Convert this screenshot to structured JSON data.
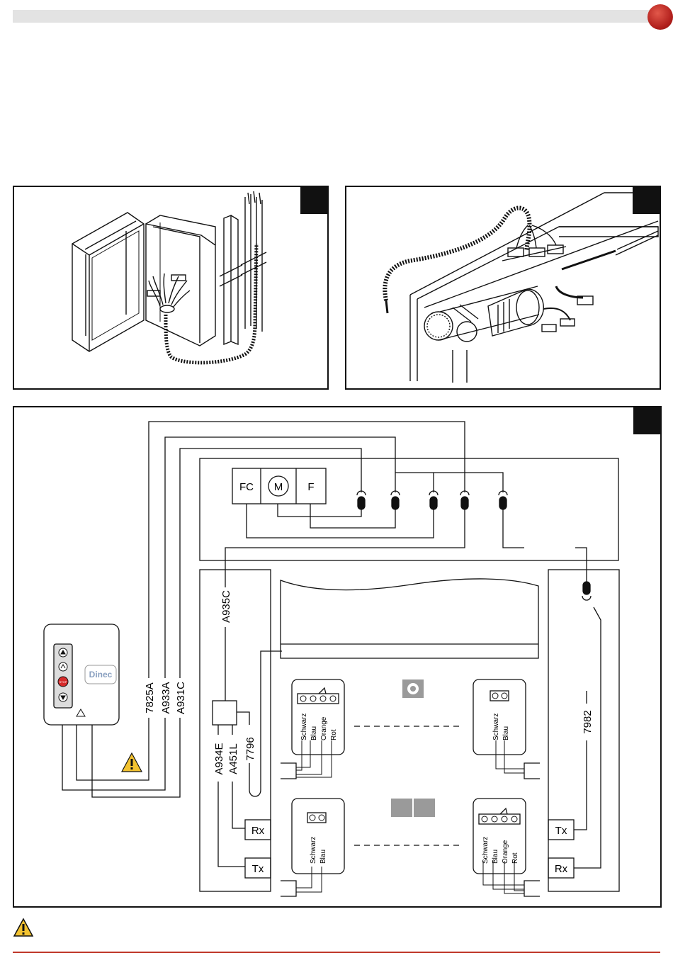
{
  "diagram": {
    "motor_unit": {
      "fc": "FC",
      "motor": "M",
      "f": "F"
    },
    "cables": {
      "left": [
        "7825A",
        "A933A",
        "A931C"
      ],
      "a935c": "A935C",
      "junction": [
        "A934E",
        "A451L",
        "7796"
      ],
      "right": "7982"
    },
    "photocells": {
      "wire_labels_4": [
        "Schwarz",
        "Blau",
        "Orange",
        "Rot"
      ],
      "wire_labels_2": [
        "Schwarz",
        "Blau"
      ],
      "rx": "Rx",
      "tx": "Tx"
    },
    "control_box": {
      "brand": "Dinec",
      "stop_label": "STOP"
    }
  }
}
